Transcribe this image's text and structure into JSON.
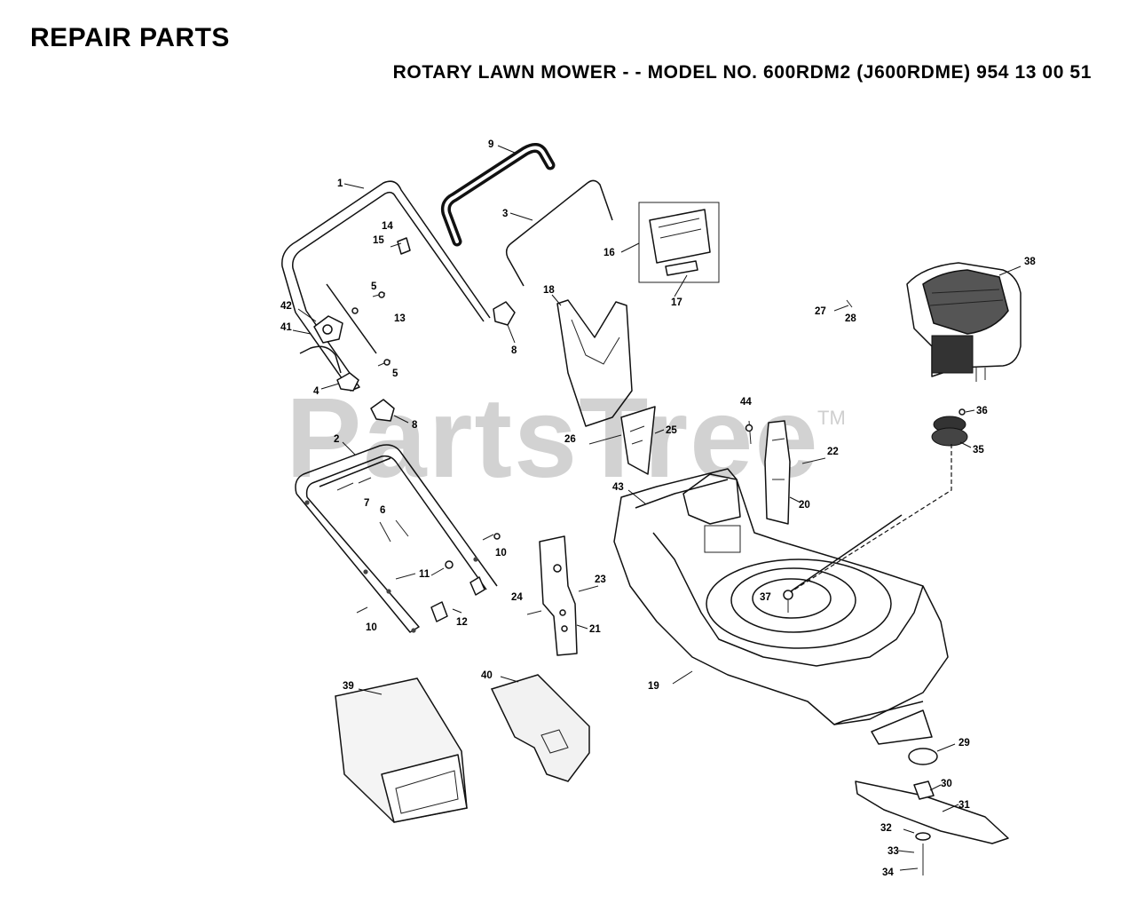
{
  "header": {
    "title": "REPAIR PARTS",
    "subtitle": "ROTARY LAWN MOWER - - MODEL NO. 600RDM2 (J600RDME) 954 13 00 51"
  },
  "watermark": {
    "text": "PartsTree",
    "mark": "TM",
    "color": "#d2d2d2"
  },
  "callouts": [
    "1",
    "2",
    "3",
    "4",
    "5",
    "5",
    "6",
    "7",
    "8",
    "8",
    "9",
    "10",
    "10",
    "11",
    "12",
    "13",
    "14",
    "15",
    "16",
    "17",
    "18",
    "19",
    "20",
    "21",
    "22",
    "23",
    "24",
    "25",
    "26",
    "27",
    "28",
    "29",
    "30",
    "31",
    "32",
    "33",
    "34",
    "35",
    "36",
    "37",
    "38",
    "39",
    "40",
    "41",
    "42",
    "43",
    "44"
  ]
}
